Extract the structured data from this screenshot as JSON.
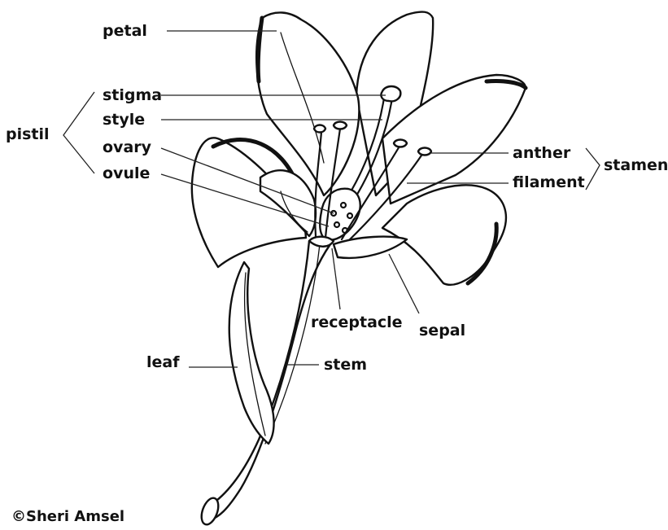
{
  "labels": {
    "petal": "petal",
    "stigma": "stigma",
    "style": "style",
    "pistil": "pistil",
    "ovary": "ovary",
    "ovule": "ovule",
    "anther": "anther",
    "filament": "filament",
    "stamen": "stamen",
    "receptacle": "receptacle",
    "sepal": "sepal",
    "leaf": "leaf",
    "stem": "stem"
  },
  "credit": "©Sheri Amsel"
}
